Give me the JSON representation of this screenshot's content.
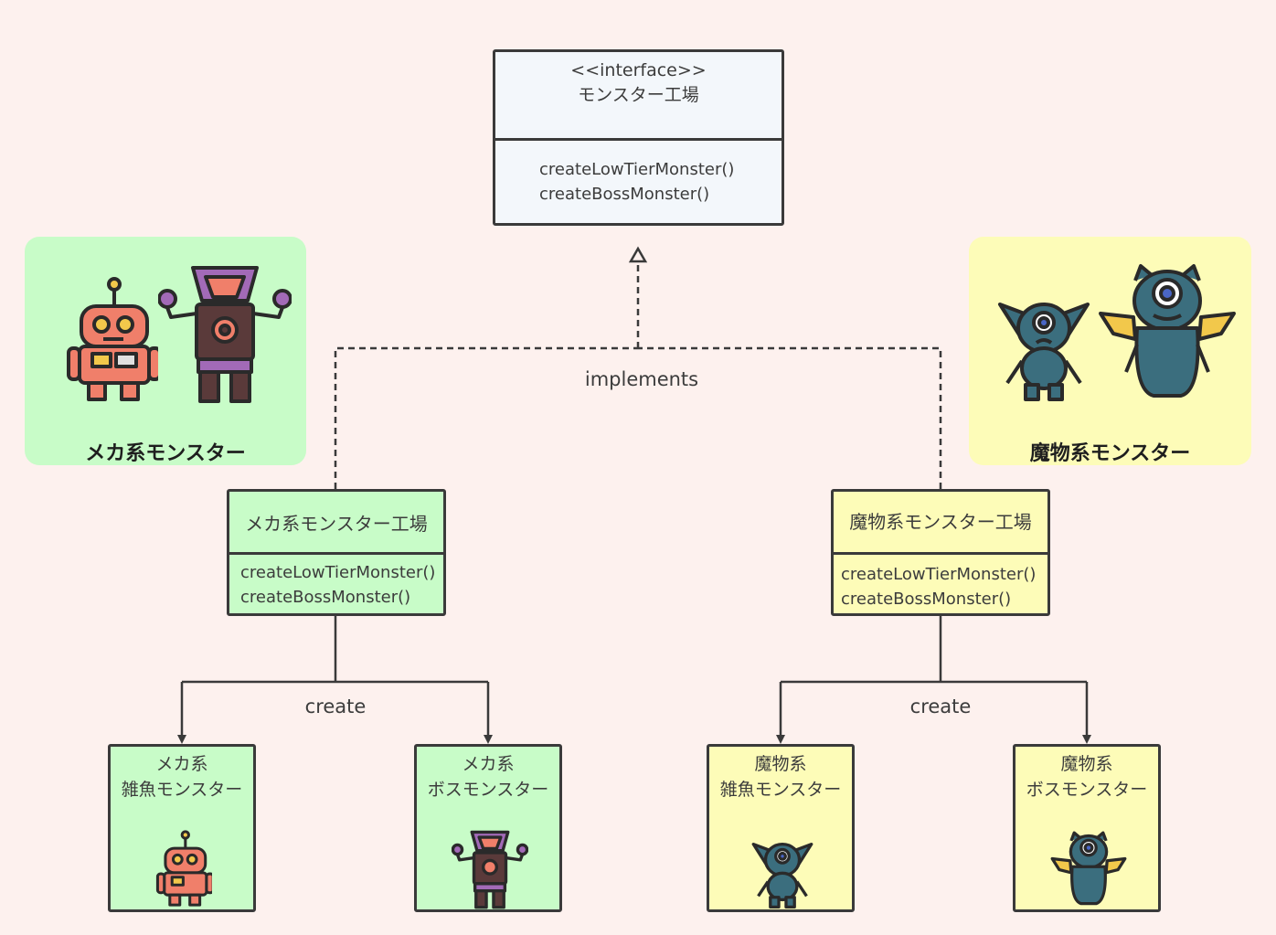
{
  "interface_box": {
    "stereotype": "<<interface>>",
    "name": "モンスター工場",
    "ops": [
      "createLowTierMonster()",
      "createBossMonster()"
    ]
  },
  "implements_label": "implements",
  "mecha_panel": {
    "title": "メカ系モンスター",
    "bg": "#c8fcc8"
  },
  "demon_panel": {
    "title": "魔物系モンスター",
    "bg": "#fdfcb8"
  },
  "mecha_factory": {
    "name": "メカ系モンスター工場",
    "ops": [
      "createLowTierMonster()",
      "createBossMonster()"
    ]
  },
  "demon_factory": {
    "name": "魔物系モンスター工場",
    "ops": [
      "createLowTierMonster()",
      "createBossMonster()"
    ]
  },
  "create_label_left": "create",
  "create_label_right": "create",
  "products": [
    {
      "line1": "メカ系",
      "line2": "雑魚モンスター",
      "icon": "robot-icon"
    },
    {
      "line1": "メカ系",
      "line2": "ボスモンスター",
      "icon": "mecha-boss-icon"
    },
    {
      "line1": "魔物系",
      "line2": "雑魚モンスター",
      "icon": "goblin-icon"
    },
    {
      "line1": "魔物系",
      "line2": "ボスモンスター",
      "icon": "winged-cyclops-icon"
    }
  ],
  "colors": {
    "background": "#fdf1ee",
    "interface_fill": "#f3f7fb",
    "mecha_fill": "#c8fcc8",
    "demon_fill": "#fdfcb8",
    "border": "#3a3a3a"
  }
}
